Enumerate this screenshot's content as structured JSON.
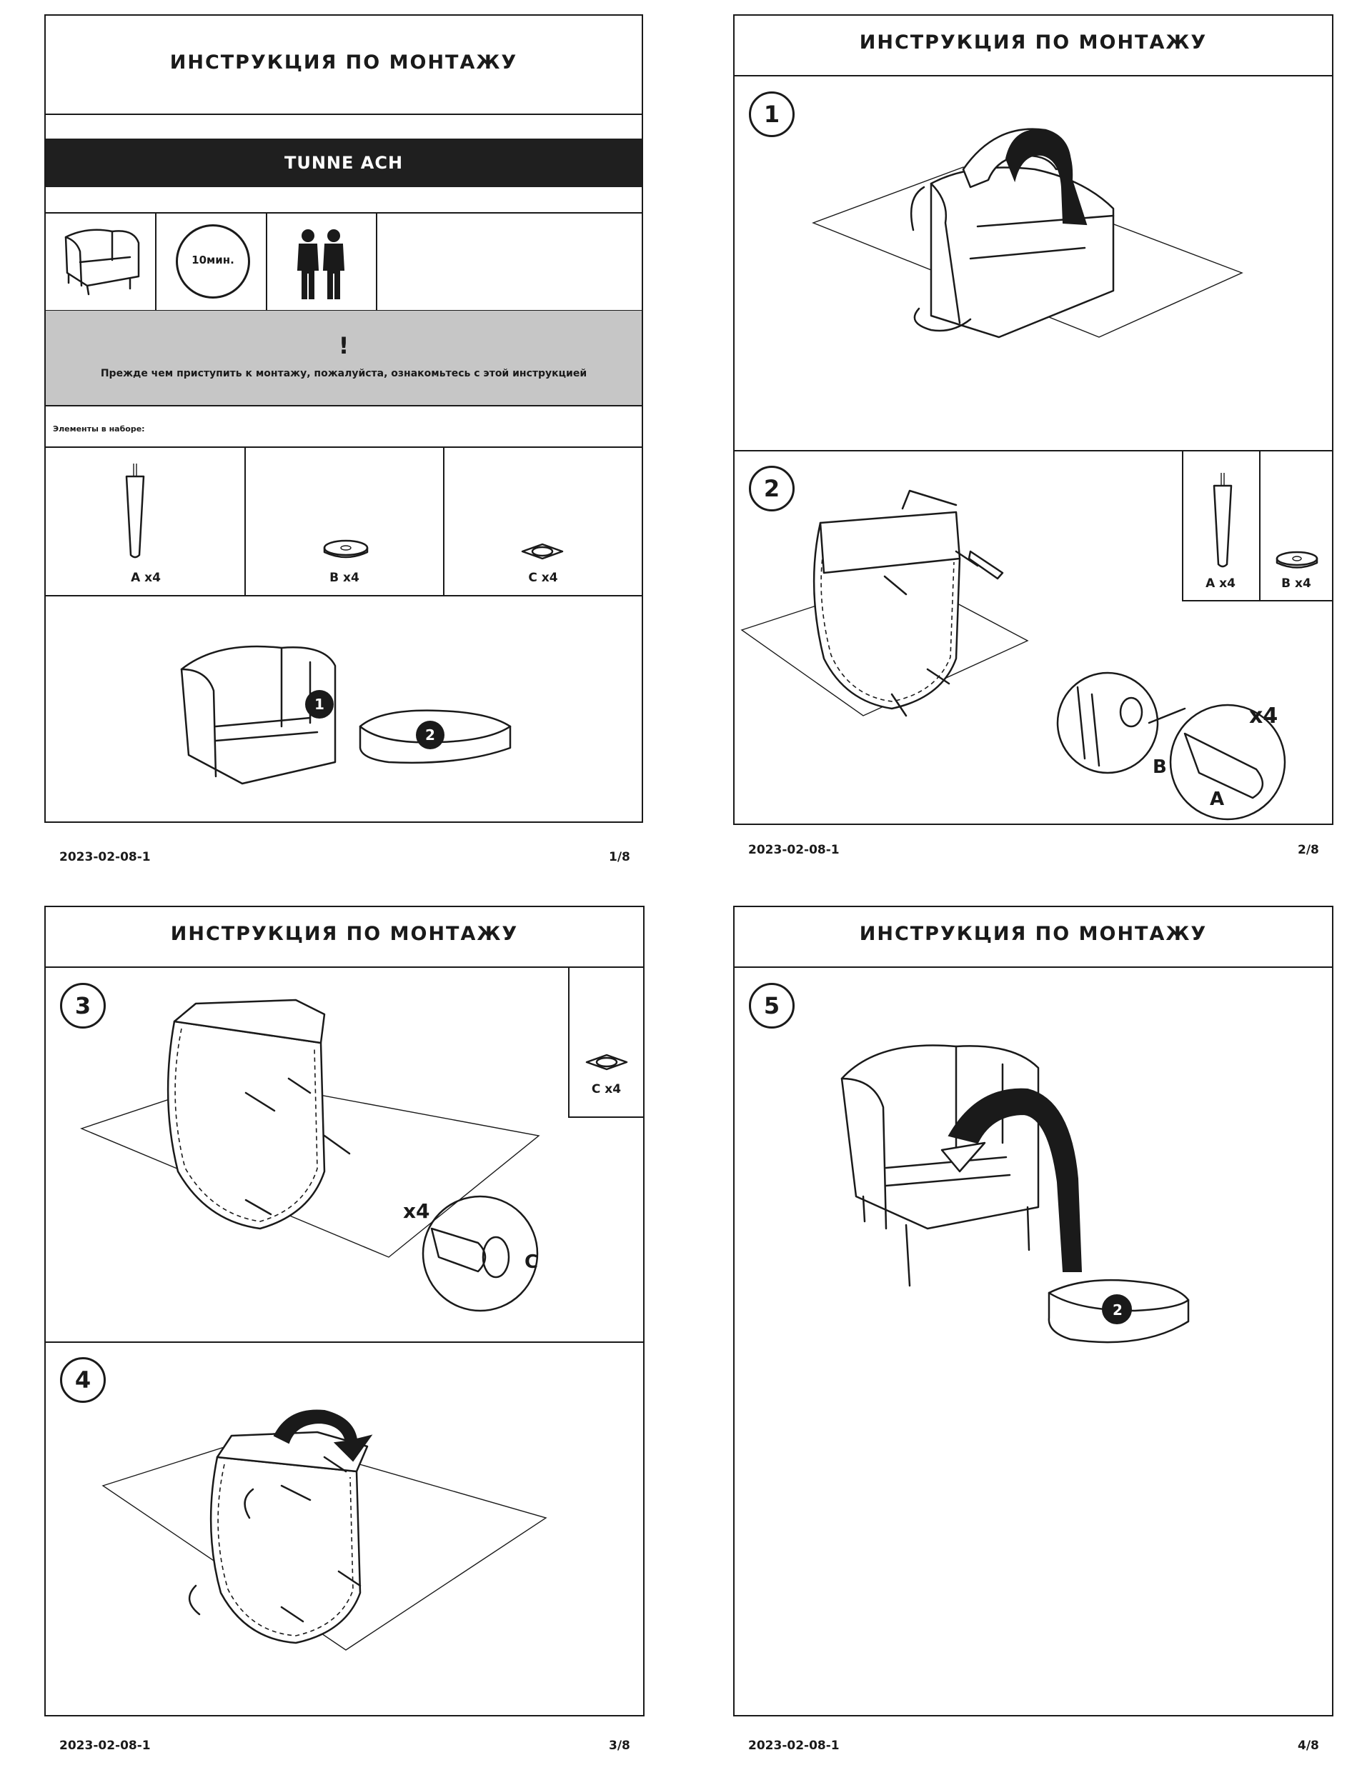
{
  "pages": [
    {
      "header": "ИНСТРУКЦИЯ ПО МОНТАЖУ",
      "product_name": "TUNNE ACH",
      "time": "10мин.",
      "warning_mark": "!",
      "warning_text": "Прежде чем приступить к монтажу, пожалуйста, ознакомьтесь с этой инструкцией",
      "parts_title": "Элементы в наборе:",
      "parts": [
        "A x4",
        "B x4",
        "C x4"
      ],
      "assembly_labels": [
        "1",
        "2"
      ],
      "footer_code": "2023-02-08-1",
      "page_number": "1/8"
    },
    {
      "header": "ИНСТРУКЦИЯ ПО МОНТАЖУ",
      "steps": [
        "1",
        "2"
      ],
      "parts": [
        "A x4",
        "B x4"
      ],
      "callout_qty": "x4",
      "callout_a": "A",
      "callout_b": "B",
      "footer_code": "2023-02-08-1",
      "page_number": "2/8"
    },
    {
      "header": "ИНСТРУКЦИЯ ПО МОНТАЖУ",
      "steps": [
        "3",
        "4"
      ],
      "parts": [
        "C x4"
      ],
      "callout_qty": "x4",
      "callout_c": "C",
      "footer_code": "2023-02-08-1",
      "page_number": "3/8"
    },
    {
      "header": "ИНСТРУКЦИЯ ПО МОНТАЖУ",
      "steps": [
        "5"
      ],
      "cushion_label": "2",
      "footer_code": "2023-02-08-1",
      "page_number": "4/8"
    }
  ]
}
